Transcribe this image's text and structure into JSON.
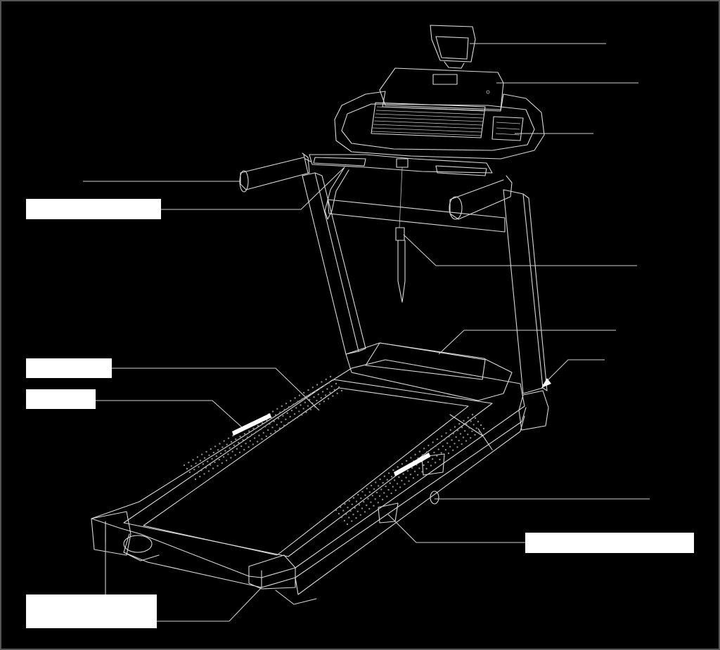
{
  "diagram": {
    "colors": {
      "background": "#000000",
      "line_art": "#d9d9d9",
      "label_box": "#ffffff",
      "safety_stripe": "#ffffff"
    },
    "callouts": [
      {
        "id": "tablet-holder",
        "text": ""
      },
      {
        "id": "console",
        "text": ""
      },
      {
        "id": "console-fan",
        "text": ""
      },
      {
        "id": "handrail",
        "text": ""
      },
      {
        "id": "incline-control",
        "text": ""
      },
      {
        "id": "safety-key-clip",
        "text": ""
      },
      {
        "id": "motor-hood",
        "text": ""
      },
      {
        "id": "upright",
        "text": ""
      },
      {
        "id": "walking-belt",
        "text": ""
      },
      {
        "id": "foot-rail",
        "text": ""
      },
      {
        "id": "power-cord",
        "text": ""
      },
      {
        "id": "circuit-breaker",
        "text": ""
      },
      {
        "id": "rear-leveling-foot",
        "text": ""
      }
    ]
  }
}
